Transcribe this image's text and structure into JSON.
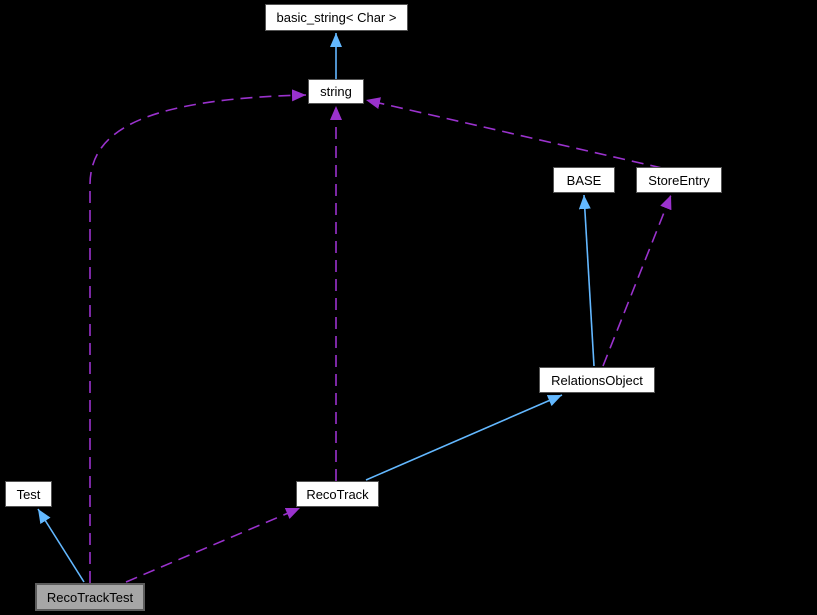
{
  "diagram": {
    "type": "collaboration-graph",
    "nodes": [
      {
        "label": "basic_string< Char >"
      },
      {
        "label": "string"
      },
      {
        "label": "BASE"
      },
      {
        "label": "StoreEntry"
      },
      {
        "label": "RelationsObject"
      },
      {
        "label": "Test"
      },
      {
        "label": "RecoTrack"
      },
      {
        "label": "RecoTrackTest",
        "current": true
      }
    ],
    "edges": [
      {
        "from": "string",
        "to": "basic_string< Char >",
        "relation": "inheritance",
        "style": "solid"
      },
      {
        "from": "RecoTrack",
        "to": "string",
        "relation": "usage",
        "style": "dashed"
      },
      {
        "from": "RecoTrackTest",
        "to": "string",
        "relation": "usage",
        "style": "dashed"
      },
      {
        "from": "StoreEntry",
        "to": "string",
        "relation": "usage",
        "style": "dashed"
      },
      {
        "from": "RelationsObject",
        "to": "BASE",
        "relation": "inheritance",
        "style": "solid"
      },
      {
        "from": "RelationsObject",
        "to": "StoreEntry",
        "relation": "usage",
        "style": "dashed"
      },
      {
        "from": "RecoTrack",
        "to": "RelationsObject",
        "relation": "inheritance",
        "style": "solid"
      },
      {
        "from": "RecoTrackTest",
        "to": "Test",
        "relation": "inheritance",
        "style": "solid"
      },
      {
        "from": "RecoTrackTest",
        "to": "RecoTrack",
        "relation": "usage",
        "style": "dashed"
      }
    ],
    "colors": {
      "background": "#000000",
      "node_fill": "#ffffff",
      "node_border": "#545454",
      "node_text": "#000000",
      "current_node_fill": "#a6a6a6",
      "current_node_border": "#5c5c5c",
      "inheritance_edge": "#63b8ff",
      "usage_edge": "#9a32cd"
    }
  }
}
